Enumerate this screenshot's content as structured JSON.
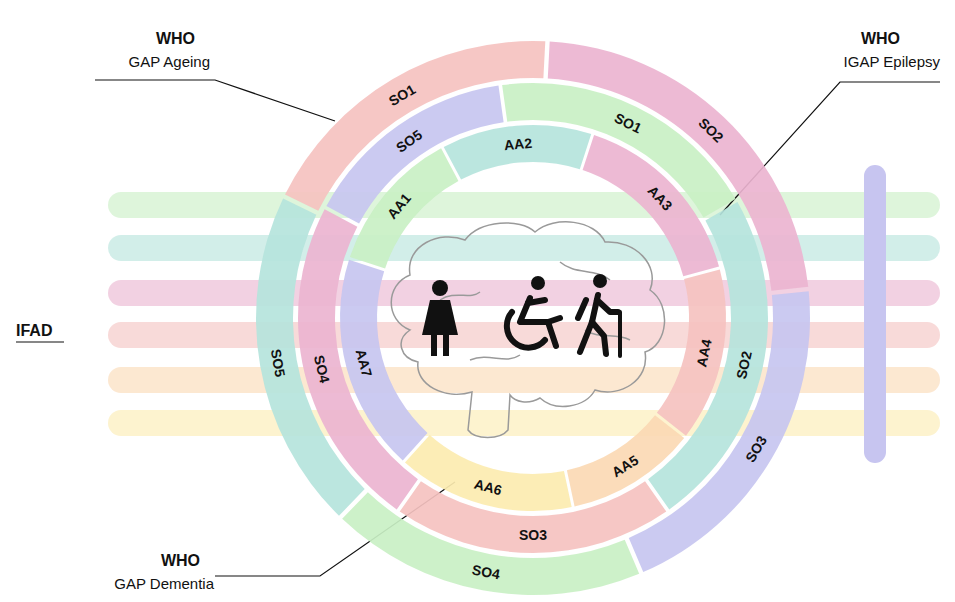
{
  "diagram": {
    "nodes": [
      {
        "text": [
          "SO1"
        ]
      },
      {
        "text": [
          "SO2"
        ]
      },
      {
        "text": [
          "SO3"
        ]
      },
      {
        "text": [
          "SO4"
        ]
      },
      {
        "text": [
          "SO5"
        ]
      },
      {
        "text": [
          "SO1"
        ]
      },
      {
        "text": [
          "SO2"
        ]
      },
      {
        "text": [
          "SO3"
        ]
      },
      {
        "text": [
          "SO4"
        ]
      },
      {
        "text": [
          "SO5"
        ]
      },
      {
        "text": [
          "AA1"
        ]
      },
      {
        "text": [
          "AA2"
        ]
      },
      {
        "text": [
          "AA3"
        ]
      },
      {
        "text": [
          "AA4"
        ]
      },
      {
        "text": [
          "AA5"
        ]
      },
      {
        "text": [
          "AA6"
        ]
      },
      {
        "text": [
          "AA7"
        ]
      }
    ],
    "labels": [
      "WHO",
      "GAP Ageing",
      "WHO",
      "IGAP Epilepsy",
      "WHO",
      "GAP Dementia",
      "IFAD"
    ]
  }
}
